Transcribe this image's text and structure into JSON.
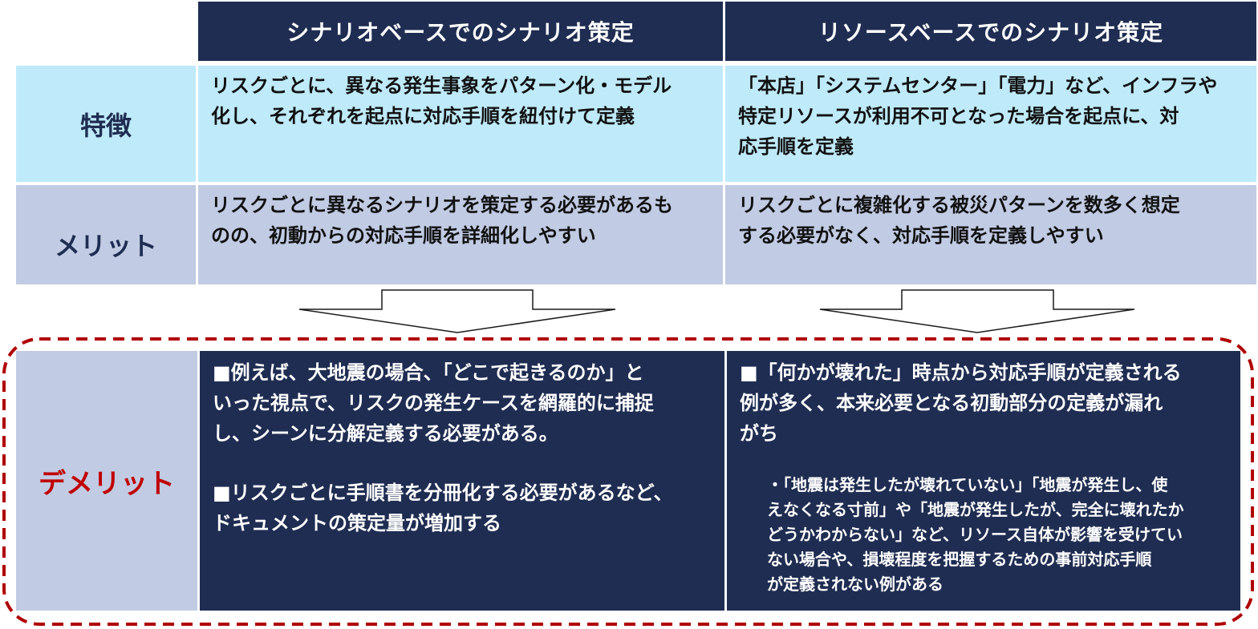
{
  "header": {
    "scenario_col": "シナリオベースでのシナリオ策定",
    "resource_col": "リソースベースでのシナリオ策定"
  },
  "features": {
    "label": "特徴",
    "scenario": "リスクごとに、異なる発生事象をパターン化・モデル\n化し、それぞれを起点に対応手順を紐付けて定義",
    "resource": "「本店」「システムセンター」「電力」など、インフラや\n特定リソースが利用不可となった場合を起点に、対\n応手順を定義"
  },
  "merits": {
    "label": "メリット",
    "scenario": "リスクごとに異なるシナリオを策定する必要があるも\nのの、初動からの対応手順を詳細化しやすい",
    "resource": "リスクごとに複雑化する被災パターンを数多く想定\nする必要がなく、対応手順を定義しやすい"
  },
  "demerits": {
    "label": "デメリット",
    "scenario_p1": "■例えば、大地震の場合、「どこで起きるのか」と\nいった視点で、リスクの発生ケースを網羅的に捕捉\nし、シーンに分解定義する必要がある。",
    "scenario_p2": "■リスクごとに手順書を分冊化する必要があるなど、\nドキュメントの策定量が増加する",
    "resource_p1": "■「何かが壊れた」時点から対応手順が定義される\n例が多く、本来必要となる初動部分の定義が漏れ\nがち",
    "resource_sub": "・「地震は発生したが壊れていない」「地震が発生し、使\nえなくなる寸前」や「地震が発生したが、完全に壊れたか\nどうかわからない」など、リソース自体が影響を受けてい\nない場合や、損壊程度を把握するための事前対応手順\nが定義されない例がある"
  },
  "colors": {
    "header_bg": "#1f2d52",
    "feature_bg": "#bfeaf9",
    "merit_bg": "#c1cbe3",
    "demerit_label": "#c00000",
    "dashed_border": "#b00000"
  }
}
